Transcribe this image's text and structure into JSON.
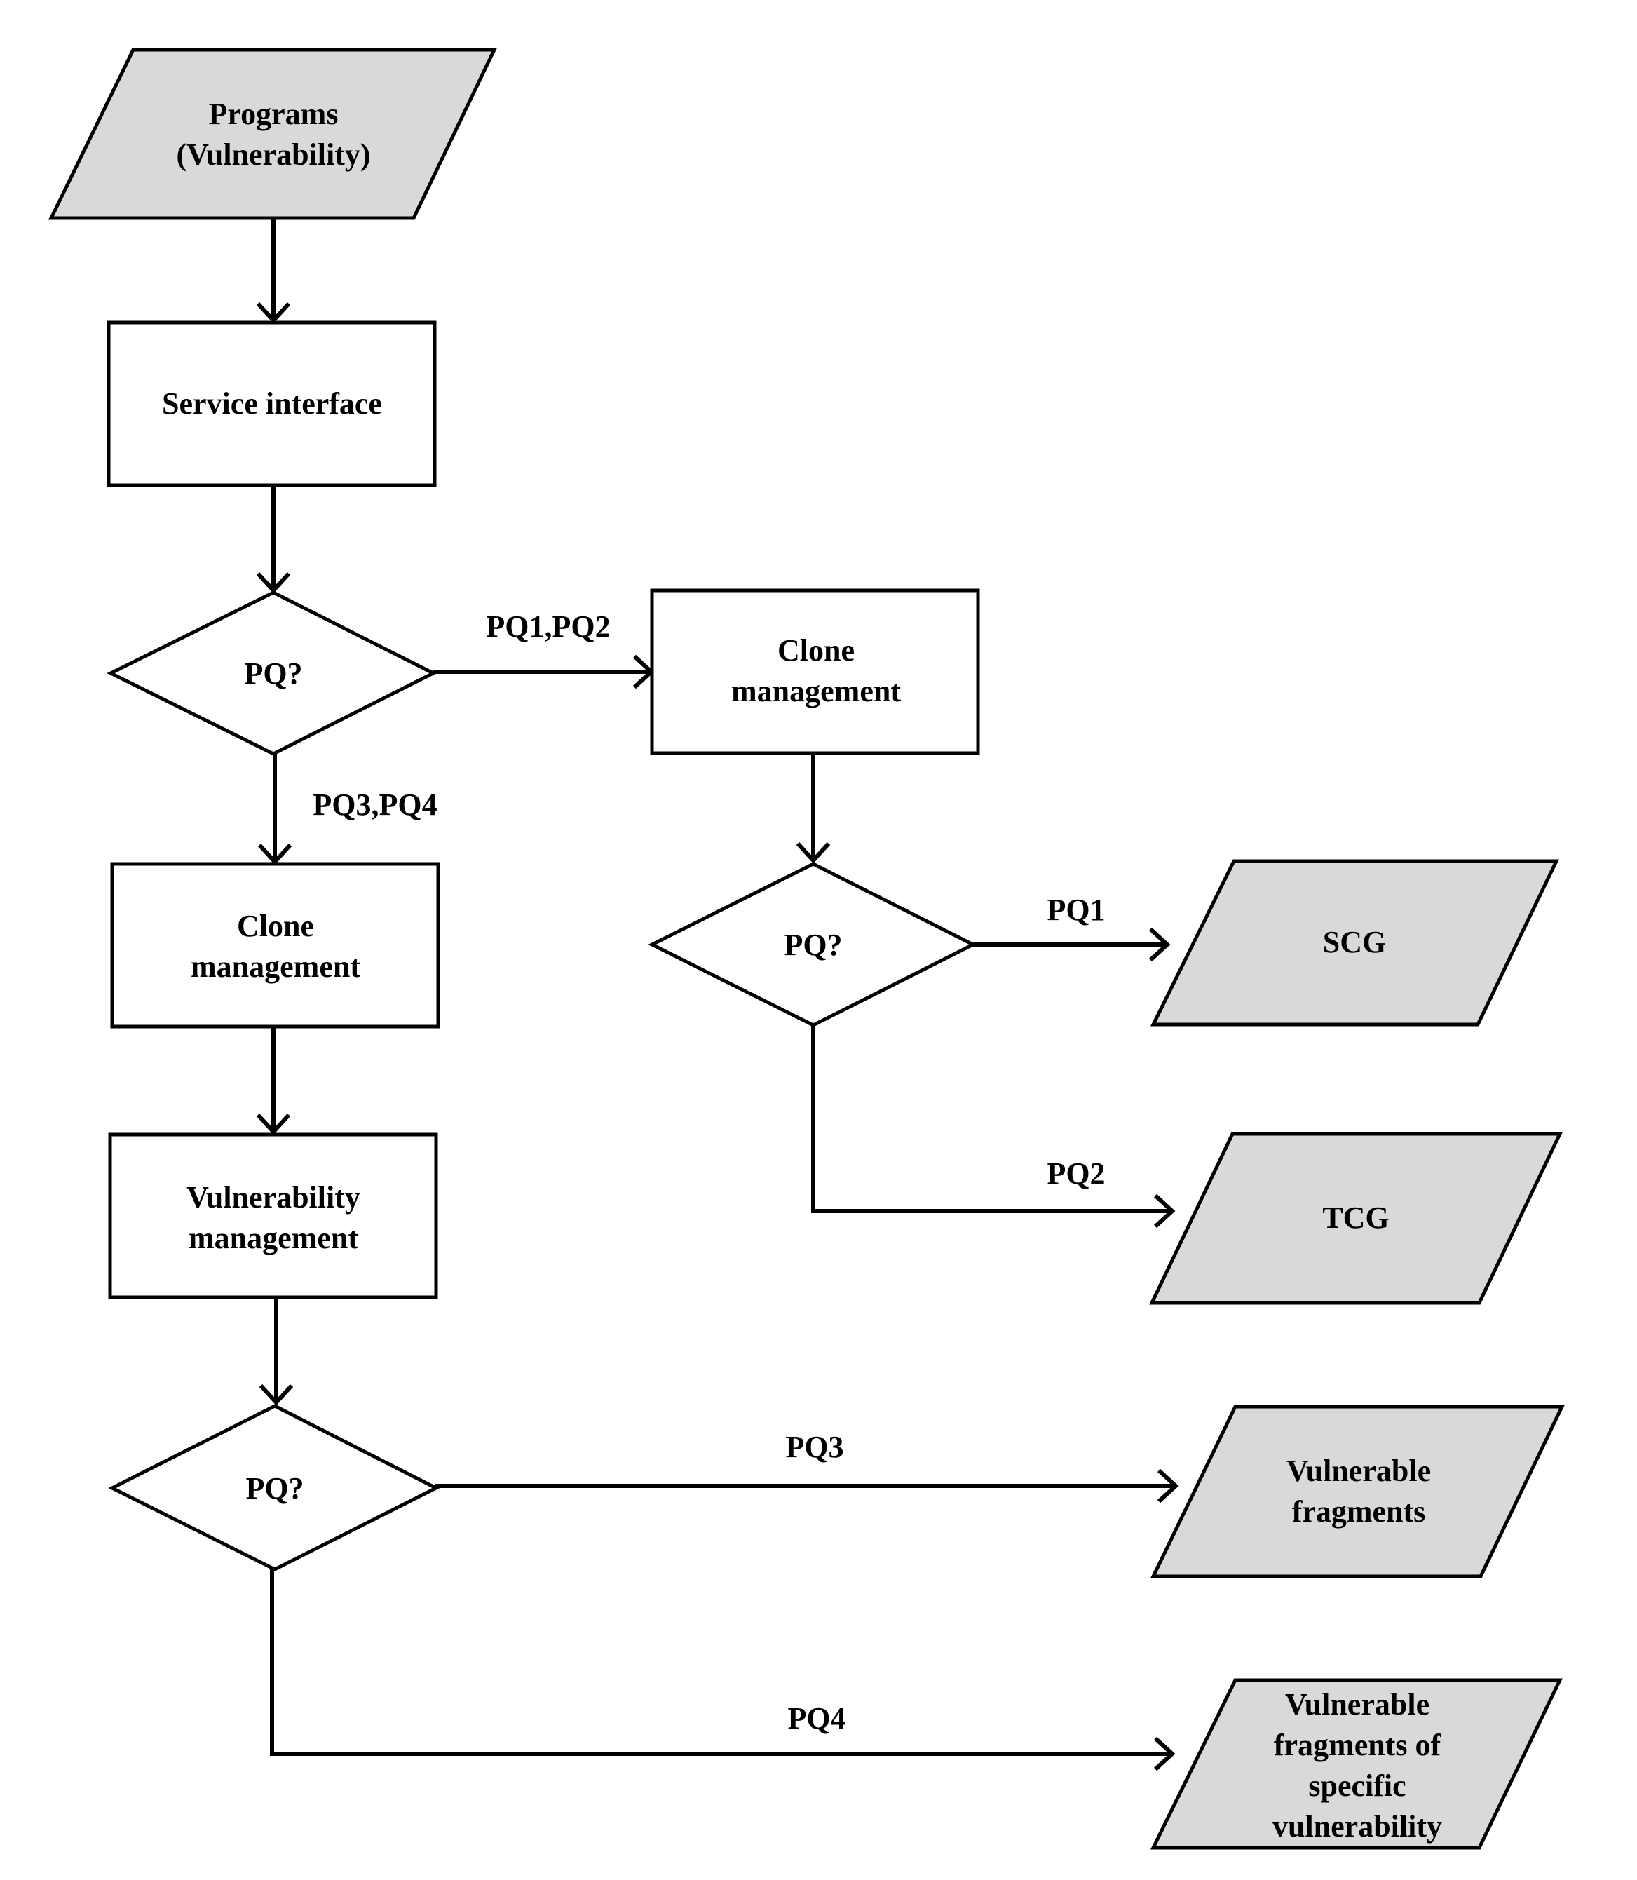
{
  "colors": {
    "io_fill": "#d9d9d9",
    "process_fill": "#ffffff",
    "stroke": "#000000"
  },
  "nodes": {
    "programs": [
      "Programs",
      "(Vulnerability)"
    ],
    "service_interface": [
      "Service interface"
    ],
    "decision_1": [
      "PQ?"
    ],
    "clone_mgmt_right": [
      "Clone",
      "management"
    ],
    "clone_mgmt_left": [
      "Clone",
      "management"
    ],
    "decision_2": [
      "PQ?"
    ],
    "scg": [
      "SCG"
    ],
    "tcg": [
      "TCG"
    ],
    "vuln_mgmt": [
      "Vulnerability",
      "management"
    ],
    "decision_3": [
      "PQ?"
    ],
    "vulnerable_fragments": [
      "Vulnerable",
      "fragments"
    ],
    "vulnerable_fragments_specific": [
      "Vulnerable",
      "fragments of",
      "specific",
      "vulnerability"
    ]
  },
  "edge_labels": {
    "pq1_pq2": "PQ1,PQ2",
    "pq3_pq4": "PQ3,PQ4",
    "pq1": "PQ1",
    "pq2": "PQ2",
    "pq3": "PQ3",
    "pq4": "PQ4"
  }
}
